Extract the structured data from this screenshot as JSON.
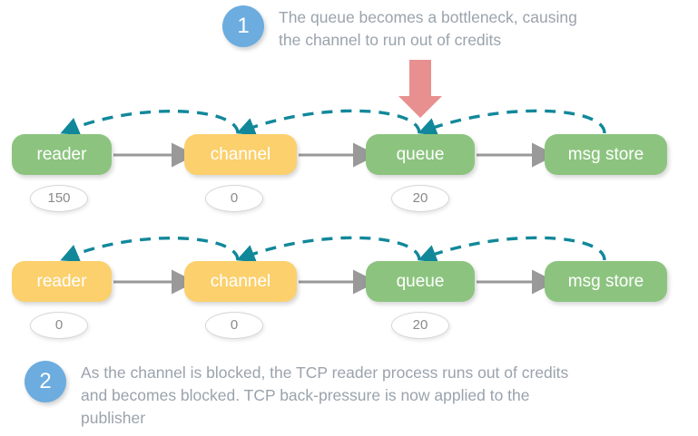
{
  "colors": {
    "background": "#ffffff",
    "node_green": "#8cc47f",
    "node_yellow": "#fbd06d",
    "badge_blue": "#6cacdf",
    "text_gray": "#9aa3ad",
    "flow_arrow_gray": "#999999",
    "credit_arc_teal": "#11889a",
    "attention_arrow_red": "#e8908f",
    "pill_border": "#d7d7d7",
    "pill_text": "#8a8a8a"
  },
  "callouts": [
    {
      "number": "1",
      "text": "The queue becomes a bottleneck, causing\nthe channel to run out of credits"
    },
    {
      "number": "2",
      "text": "As the channel is blocked, the TCP reader process runs out of credits\nand becomes blocked. TCP back-pressure is now applied to the\npublisher"
    }
  ],
  "rows": [
    {
      "id": "row-1",
      "nodes": [
        {
          "label": "reader",
          "color": "green",
          "credits": "150"
        },
        {
          "label": "channel",
          "color": "yellow",
          "credits": "0"
        },
        {
          "label": "queue",
          "color": "green",
          "credits": "20"
        },
        {
          "label": "msg store",
          "color": "green",
          "credits": null
        }
      ]
    },
    {
      "id": "row-2",
      "nodes": [
        {
          "label": "reader",
          "color": "yellow",
          "credits": "0"
        },
        {
          "label": "channel",
          "color": "yellow",
          "credits": "0"
        },
        {
          "label": "queue",
          "color": "green",
          "credits": "20"
        },
        {
          "label": "msg store",
          "color": "green",
          "credits": null
        }
      ]
    }
  ],
  "annotations": {
    "attention_arrow": {
      "name": "red-down-arrow",
      "points_at": "queue",
      "row": "row-1"
    },
    "message_flow": {
      "direction": "left-to-right",
      "style": "solid-gray",
      "name": "message-flow-arrow"
    },
    "credit_flow": {
      "direction": "right-to-left",
      "style": "dashed-teal-arc",
      "name": "credit-flow-arc"
    }
  }
}
